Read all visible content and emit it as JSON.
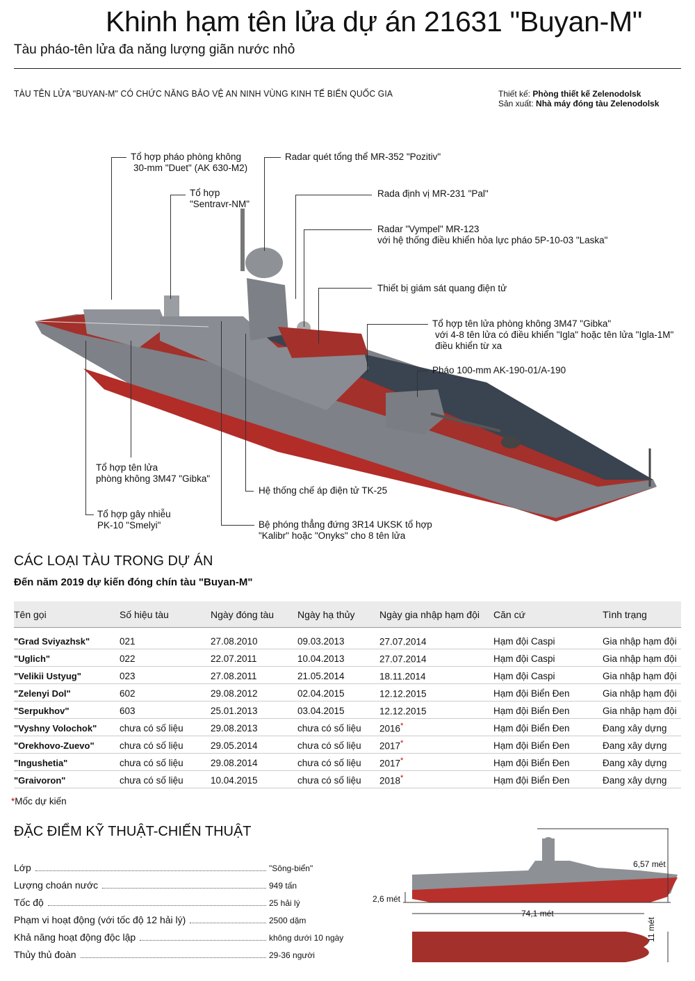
{
  "title": "Khinh hạm tên lửa dự án 21631 \"Buyan-M\"",
  "subtitle": "Tàu pháo-tên lửa đa năng lượng giãn nước nhỏ",
  "intro": "TÀU TÊN LỬA \"BUYAN-M\"  CÓ CHỨC NĂNG BẢO VỆ AN NINH VÙNG KINH TẾ BIỂN QUỐC GIA",
  "credits": {
    "design_label": "Thiết kế:",
    "design_value": "Phòng thiết kế Zelenodolsk",
    "builder_label": "Sản xuất:",
    "builder_value": "Nhà máy đóng tàu Zelenodolsk"
  },
  "callouts": {
    "duet": [
      "Tổ hợp pháo phòng không",
      "30-mm \"Duet\" (AK 630-M2)"
    ],
    "pozitiv": "Radar quét tổng thể MR-352 \"Pozitiv\"",
    "sentravr": [
      "Tổ hợp",
      "\"Sentravr-NM\""
    ],
    "pal": "Rada định vị MR-231 \"Pal\"",
    "vympel": [
      "Radar \"Vympel\" MR-123",
      "với hệ thống điều khiển hỏa lực pháo 5P-10-03 \"Laska\""
    ],
    "optic": "Thiết bị giám sát quang điện tử",
    "gibka_front": [
      "Tổ hợp tên lửa phòng không 3M47 \"Gibka\"",
      "với 4-8 tên lửa có điều khiển \"Igla\" hoặc tên lửa \"Igla-1M\"",
      "điều khiển từ xa"
    ],
    "gun100": "Pháo 100-mm  AK-190-01/A-190",
    "gibka_rear": [
      "Tổ hợp tên lửa",
      "phòng không 3M47 \"Gibka\""
    ],
    "tk25": "Hệ thống chế áp điện tử TK-25",
    "pk10": [
      "Tổ hợp gây nhiễu",
      "PK-10 \"Smelyi\""
    ],
    "kalibr": [
      "Bệ phóng thẳng đứng 3R14 UKSK tổ hợp",
      "\"Kalibr\" hoặc \"Onyks\" cho 8 tên lửa"
    ]
  },
  "ships_section": {
    "title": "CÁC LOẠI TÀU TRONG DỰ ÁN",
    "subtitle": "Đến năm 2019 dự kiến đóng  chín tàu \"Buyan-M\"",
    "headers": [
      "Tên gọi",
      "Số hiệu tàu",
      "Ngày đóng tàu",
      "Ngày hạ thủy",
      "Ngày gia nhập hạm đội",
      "Căn cứ",
      "Tình trạng"
    ],
    "rows": [
      [
        "\"Grad Sviyazhsk\"",
        "021",
        "27.08.2010",
        "09.03.2013",
        "27.07.2014",
        "",
        "Hạm đội Caspi",
        "Gia nhập hạm đội"
      ],
      [
        "\"Uglich\"",
        "022",
        "22.07.2011",
        "10.04.2013",
        "27.07.2014",
        "",
        "Hạm đội Caspi",
        "Gia nhập hạm đội"
      ],
      [
        "\"Velikii Ustyug\"",
        "023",
        "27.08.2011",
        "21.05.2014",
        "18.11.2014",
        "",
        "Hạm đội Caspi",
        "Gia nhập hạm đội"
      ],
      [
        "\"Zelenyi Dol\"",
        "602",
        "29.08.2012",
        "02.04.2015",
        "12.12.2015",
        "",
        "Hạm đội Biển Đen",
        "Gia nhập hạm đội"
      ],
      [
        "\"Serpukhov\"",
        "603",
        "25.01.2013",
        "03.04.2015",
        "12.12.2015",
        "",
        "Hạm đội Biển Đen",
        "Gia nhập hạm đội"
      ],
      [
        "\"Vyshny Volochok\"",
        "chưa có số liệu",
        "29.08.2013",
        "chưa có số liệu",
        "2016",
        "*",
        "Hạm đội Biển Đen",
        "Đang  xây dựng"
      ],
      [
        "\"Orekhovo-Zuevo\"",
        "chưa có số liệu",
        "29.05.2014",
        "chưa có số liệu",
        "2017",
        "*",
        "Hạm đội Biển Đen",
        "Đang  xây dựng"
      ],
      [
        "\"Ingushetia\"",
        "chưa có số liệu",
        "29.08.2014",
        "chưa có số liệu",
        "2017",
        "*",
        "Hạm đội Biển Đen",
        "Đang  xây dựng"
      ],
      [
        "\"Graivoron\"",
        "chưa có số liệu",
        "10.04.2015",
        "chưa có số liệu",
        "2018",
        "*",
        "Hạm đội Biển Đen",
        "Đang  xây dựng"
      ]
    ],
    "footnote_star": "*",
    "footnote": "Mốc dự kiến"
  },
  "specs_section": {
    "title": "ĐẶC ĐIỂM KỸ THUẬT-CHIẾN THUẬT",
    "items": [
      {
        "label": "Lớp",
        "value": "\"Sông-biển\""
      },
      {
        "label": "Lượng choán nước",
        "value": "949 tấn"
      },
      {
        "label": "Tốc độ",
        "value": "25 hải lý"
      },
      {
        "label": "Phạm vi hoạt động (với tốc độ 12 hải lý)",
        "value": "2500 dặm"
      },
      {
        "label": "Khả năng hoạt động độc lập",
        "value": "không dưới 10 ngày"
      },
      {
        "label": "Thủy thủ đoàn",
        "value": "29-36 người"
      }
    ],
    "dims": {
      "height": "6,57 mét",
      "draft": "2,6 mét",
      "length": "74,1 mét",
      "beam": "11 mét"
    }
  },
  "colors": {
    "hull_red": "#b8302c",
    "hull_grey": "#8a8d92",
    "deck_red": "#a3302b"
  }
}
